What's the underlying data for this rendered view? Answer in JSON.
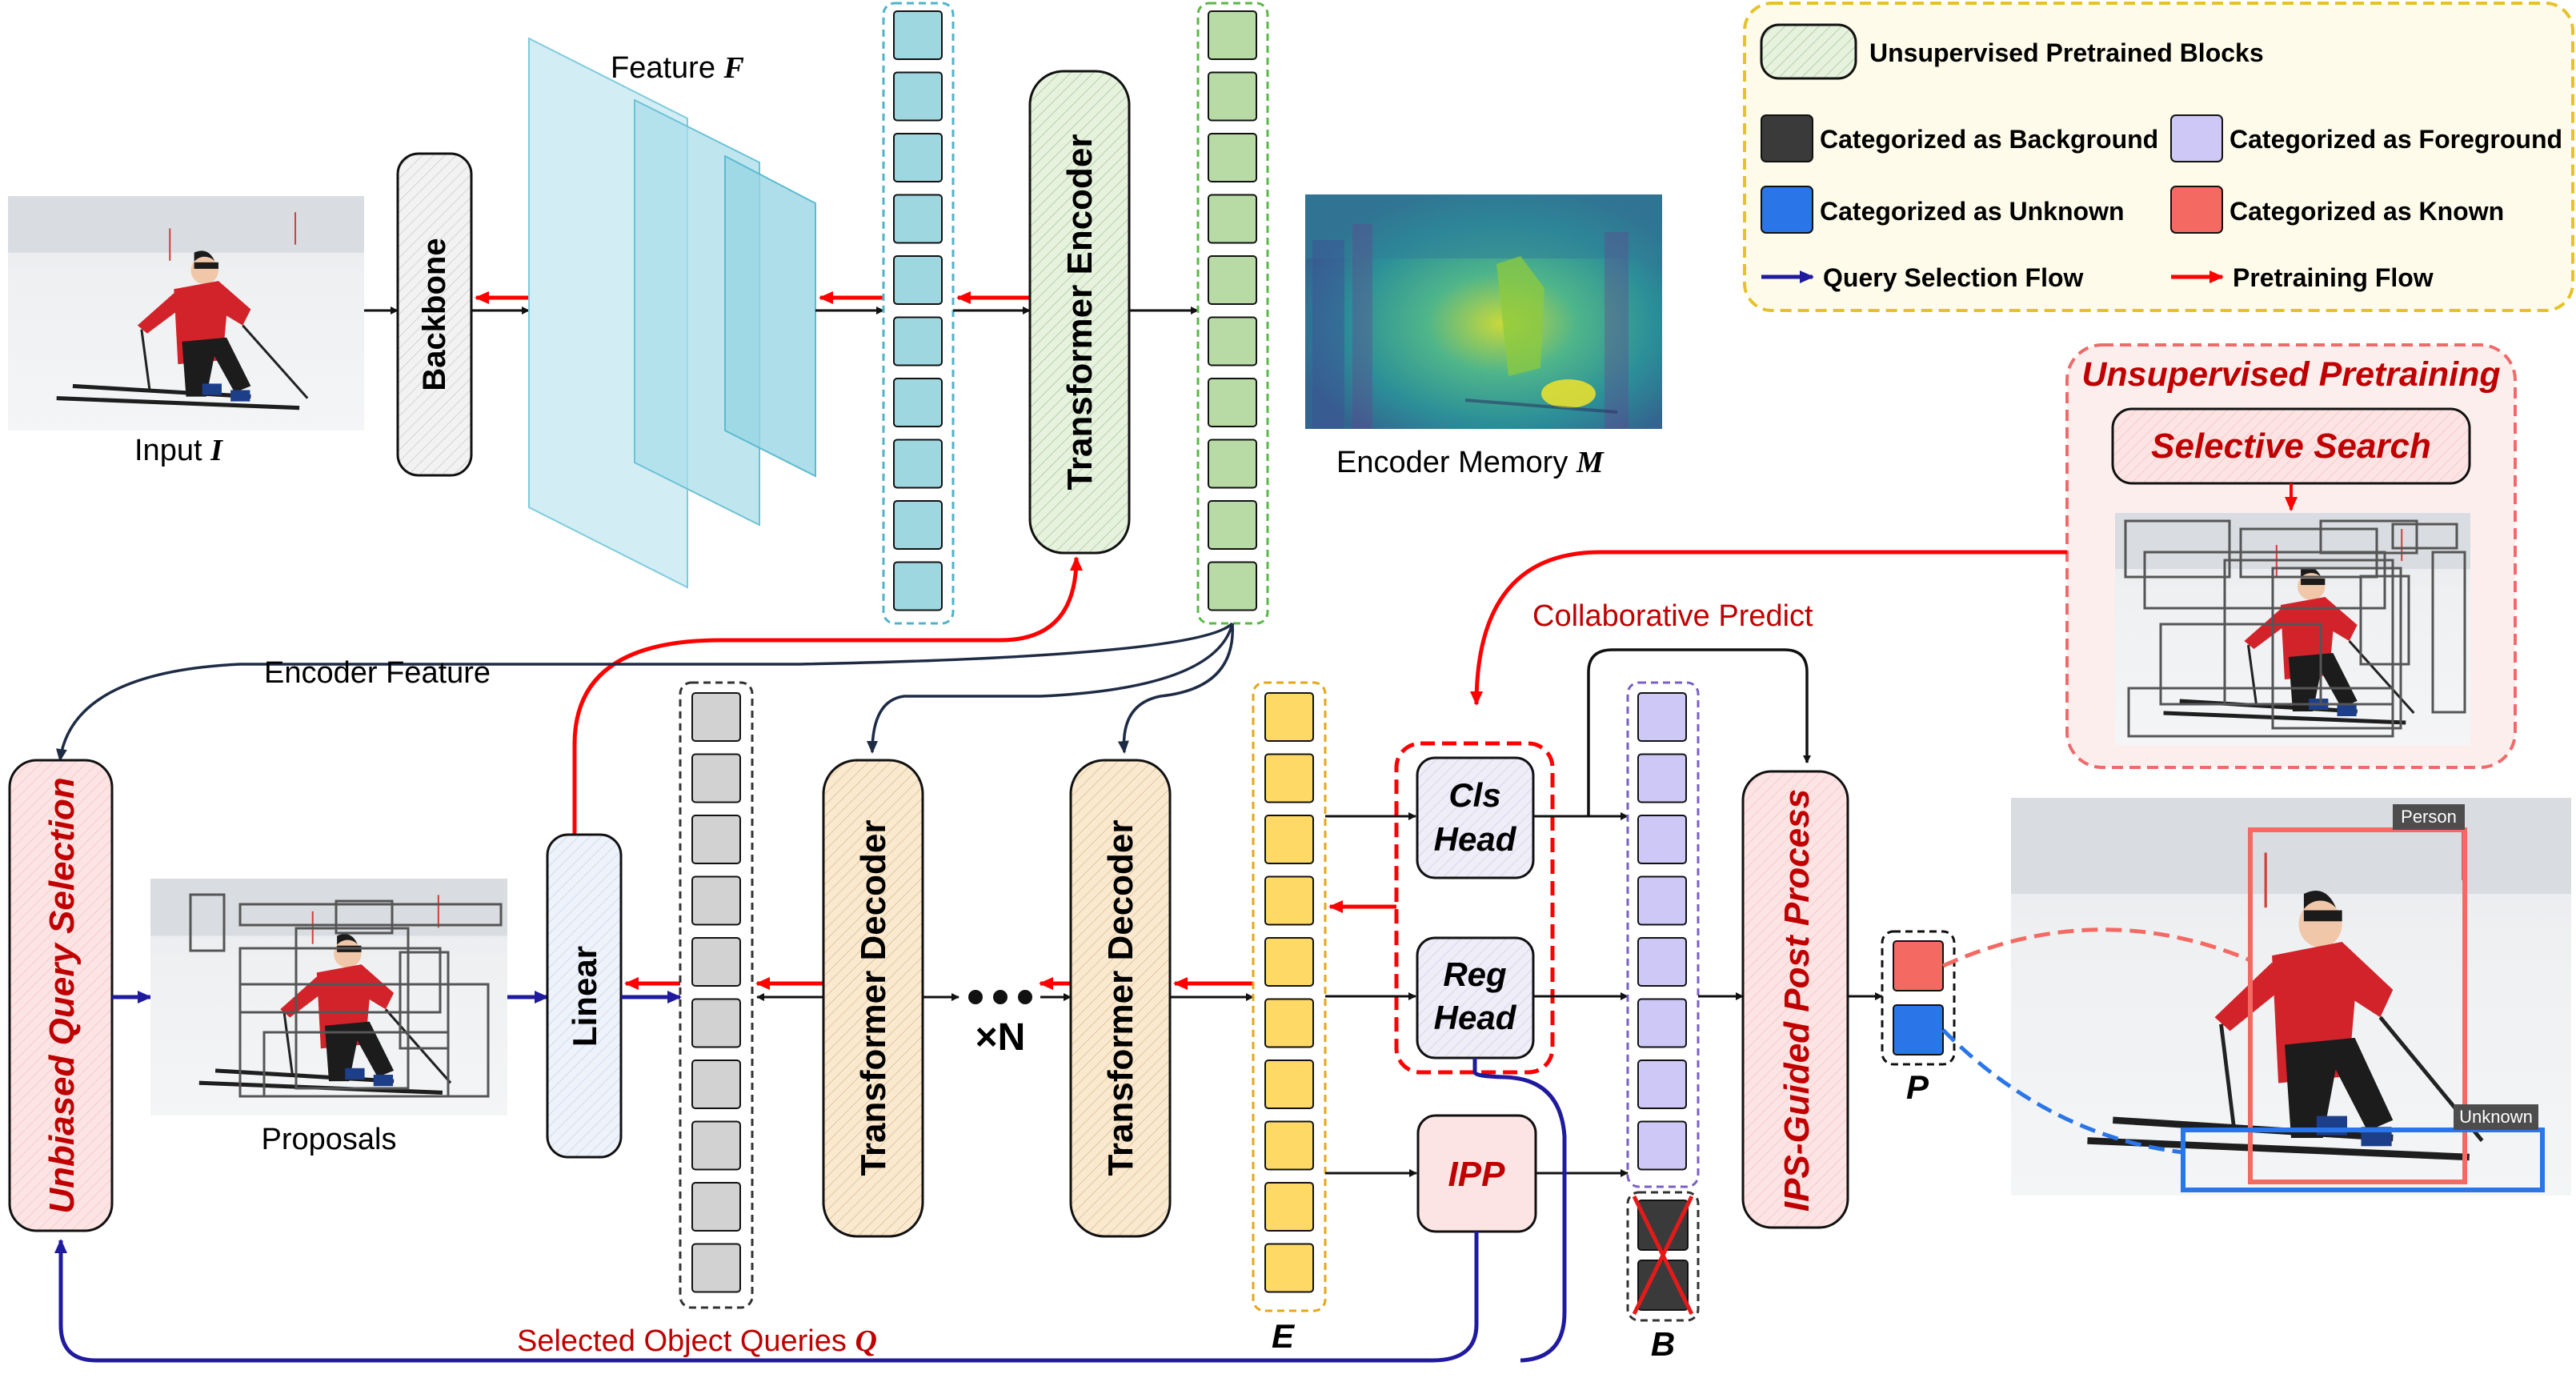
{
  "labels": {
    "input": "Input ",
    "input_sym": "I",
    "backbone": "Backbone",
    "feature": "Feature ",
    "feature_sym": "F",
    "transformer_encoder": "Transformer Encoder",
    "encoder_memory": "Encoder Memory ",
    "encoder_memory_sym": "M",
    "encoder_feature": "Encoder Feature",
    "collaborative_predict": "Collaborative Predict",
    "unbiased_query_selection": "Unbiased Query Selection",
    "proposals": "Proposals",
    "linear": "Linear",
    "transformer_decoder_1": "Transformer Decoder",
    "transformer_decoder_2": "Transformer Decoder",
    "times_n": "×N",
    "cls_head_1": "Cls",
    "cls_head_2": "Head",
    "reg_head_1": "Reg",
    "reg_head_2": "Head",
    "ipp": "IPP",
    "ips_post_process": "IPS-Guided Post Process",
    "selected_queries": "Selected Object Queries ",
    "selected_queries_sym": "Q",
    "e_sym": "E",
    "b_sym": "B",
    "p_sym": "P",
    "unsupervised_pretraining": "Unsupervised Pretraining",
    "selective_search": "Selective Search",
    "det_person": "Person",
    "det_unknown": "Unknown"
  },
  "legend": {
    "pretrained_blocks": "Unsupervised Pretrained Blocks",
    "background": "Categorized as Background",
    "foreground": "Categorized as Foreground",
    "unknown": "Categorized as Unknown",
    "known": "Categorized as Known",
    "query_flow": "Query Selection Flow",
    "pretrain_flow": "Pretraining Flow"
  },
  "colors": {
    "red_flow": "#ff0000",
    "blue_flow": "#1f1a9e",
    "dark_flow": "#1e2b45",
    "teal_token": "#9fd7e0",
    "green_token": "#b8dba6",
    "gray_token": "#d2d2d2",
    "yellow_token": "#ffd966",
    "lavender_token": "#cdc8f5",
    "known_box": "#f46a63",
    "unknown_box": "#2a76e8",
    "background_box": "#3a3a3a",
    "legend_border": "#e6c229"
  },
  "icons": {
    "input_photo": "skier-photo",
    "heatmap": "encoder-memory-heatmap",
    "proposals_photo": "proposal-boxes-photo",
    "selective_search_photo": "selective-search-photo",
    "result_photo": "detection-result-photo",
    "discarded": "red-cross-icon",
    "dots": "ellipsis-icon"
  }
}
